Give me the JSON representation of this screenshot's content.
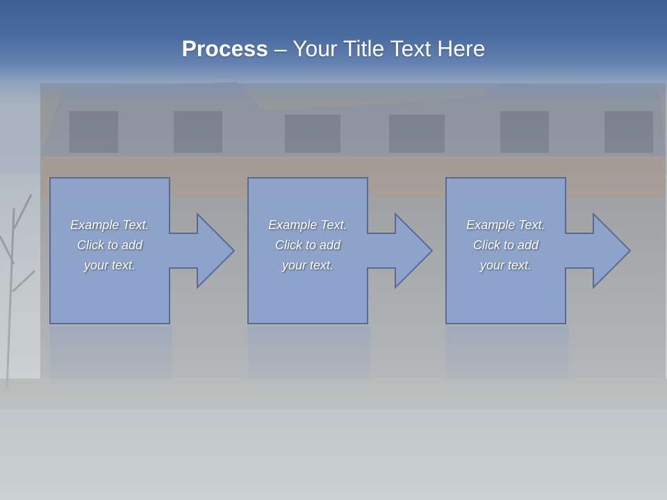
{
  "slide": {
    "title_bold": "Process",
    "title_rest": " – Your Title Text Here"
  },
  "steps": [
    {
      "line1": "Example Text.",
      "line2": "Click  to add",
      "line3": "your text."
    },
    {
      "line1": "Example Text.",
      "line2": "Click  to add",
      "line3": "your text."
    },
    {
      "line1": "Example Text.",
      "line2": "Click  to add",
      "line3": "your text."
    }
  ],
  "colors": {
    "title_band": "#4b6c9f",
    "box_fill": "#8ea3cc",
    "box_stroke": "#4f6287",
    "text": "#ffffff"
  }
}
